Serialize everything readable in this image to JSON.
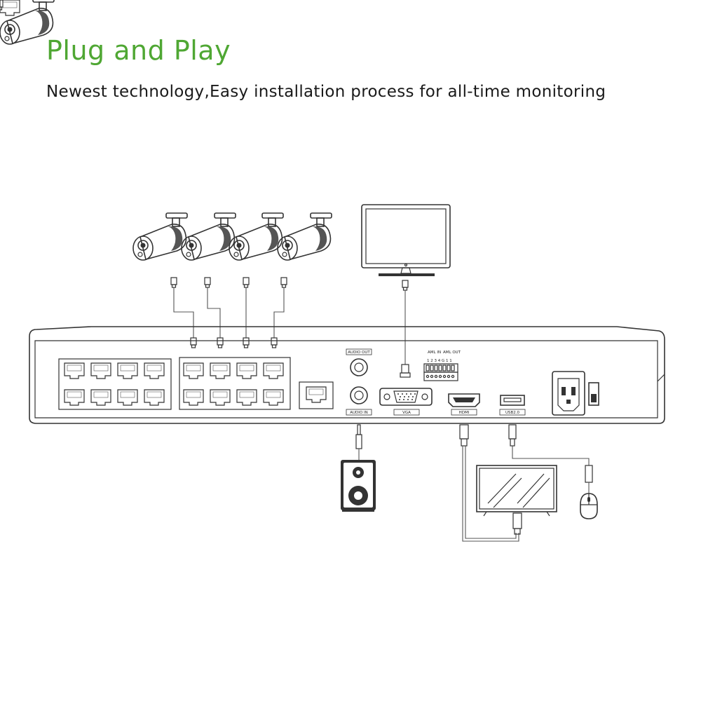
{
  "header": {
    "title": "Plug and Play",
    "subtitle": "Newest technology,Easy installation process for all-time monitoring"
  },
  "colors": {
    "accent": "#4fa733",
    "text": "#1a1a1a",
    "line": "#333333"
  },
  "ports": {
    "audio_out": "AUDIO OUT",
    "audio_in": "AUDIO IN",
    "vga": "VGA",
    "hdmi": "HDMI",
    "usb": "USB2.0",
    "alarm_in": "AML IN",
    "alarm_out": "AML OUT",
    "alarm_pins": "1 2 3 4 G 1 1"
  },
  "icons": {
    "cameras": [
      "bullet-camera-icon",
      "bullet-camera-icon",
      "bullet-camera-icon",
      "bullet-camera-icon"
    ],
    "monitor": "vga-monitor-icon",
    "tv": "hdmi-tv-icon",
    "speaker": "speaker-icon",
    "mouse": "usb-mouse-icon",
    "nvr": "nvr-recorder-icon"
  }
}
